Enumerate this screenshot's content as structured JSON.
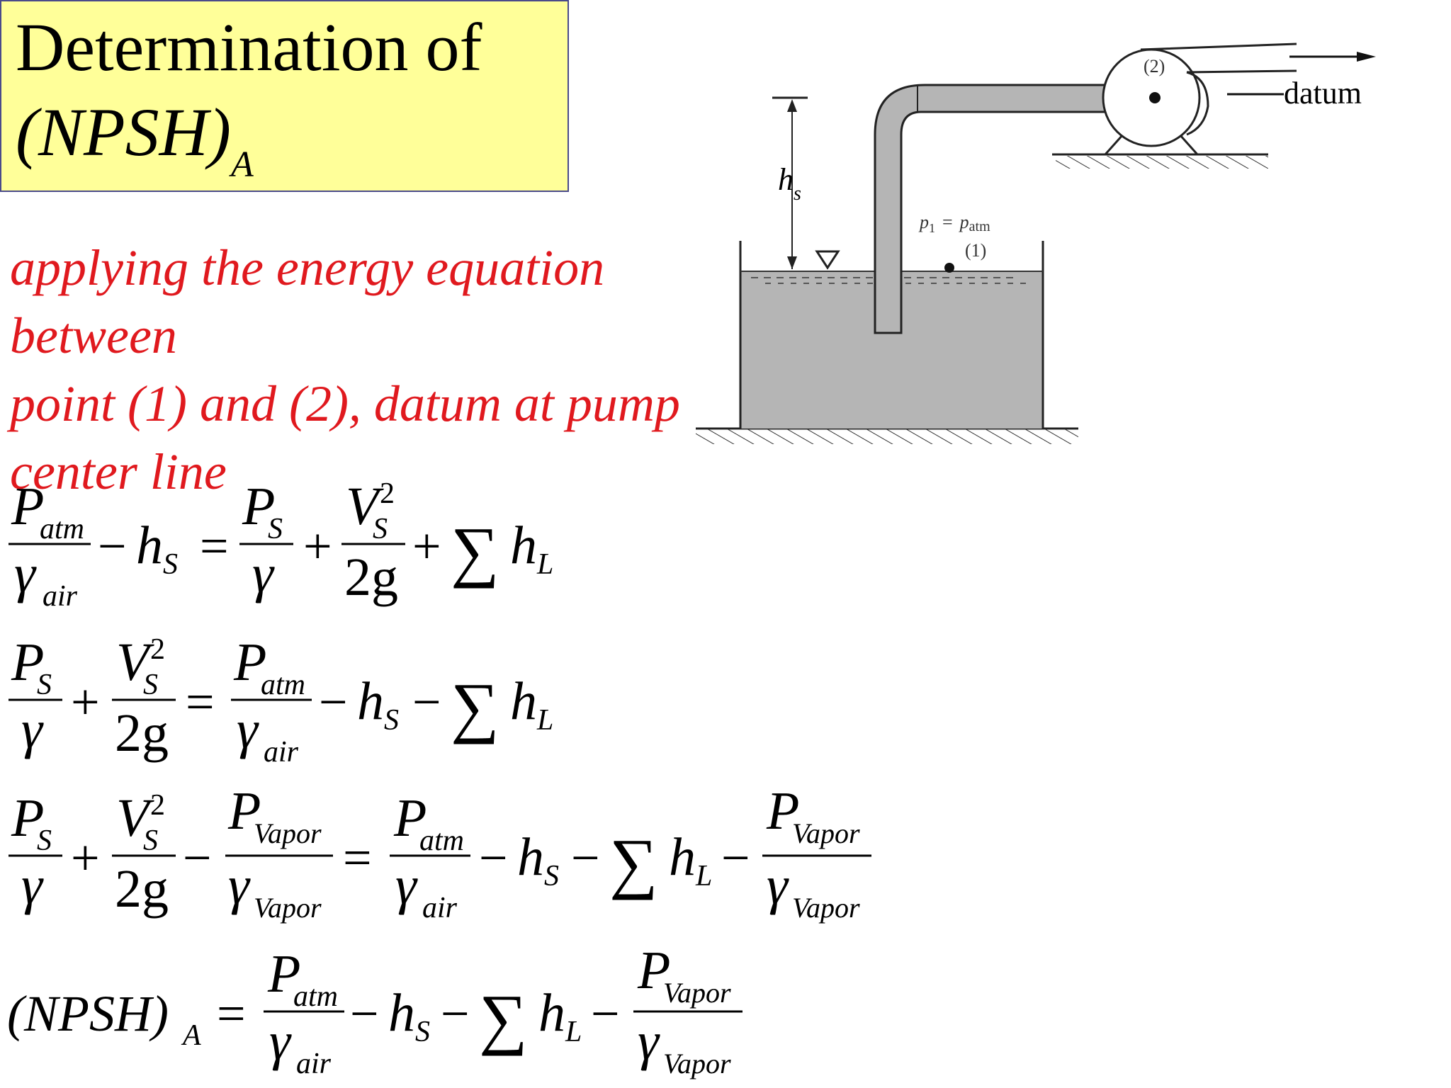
{
  "title": {
    "line1": "Determination of",
    "line2_main": "(NPSH)",
    "line2_sub": "A"
  },
  "intro": {
    "line1": "applying the energy equation between",
    "line2": "point (1) and (2), datum at pump",
    "line3": "center line"
  },
  "diagram": {
    "point2_label": "(2)",
    "point1_label": "(1)",
    "datum_label": "datum",
    "hs_main": "h",
    "hs_sub": "s",
    "p1_label": "p",
    "p1_sub": "1",
    "p1_eq": "=",
    "patm_label": "p",
    "patm_sub": "atm"
  },
  "symbols": {
    "P": "P",
    "gamma": "γ",
    "h": "h",
    "V": "V",
    "two_g": "2g",
    "sq": "2",
    "atm": "atm",
    "air": "air",
    "S": "S",
    "L": "L",
    "Vapor": "Vapor",
    "minus": "−",
    "plus": "+",
    "equals": "=",
    "sum": "∑",
    "npsh": "(NPSH)",
    "A": "A"
  }
}
